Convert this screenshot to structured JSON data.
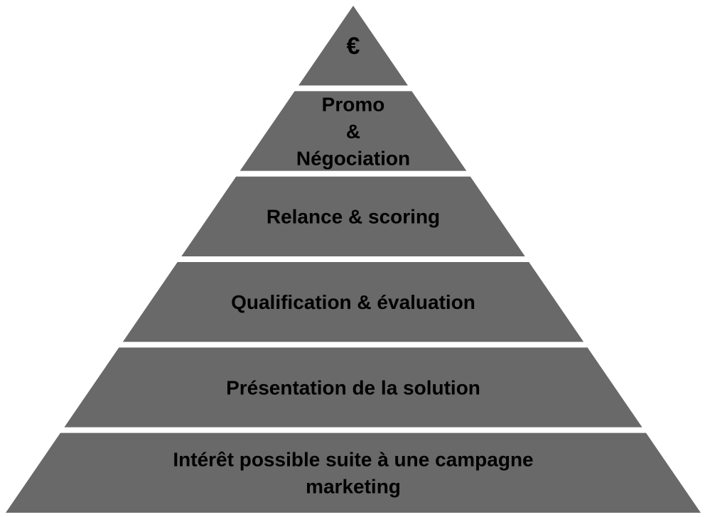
{
  "diagram": {
    "type": "pyramid",
    "fill_color": "#696969",
    "text_color": "#000000",
    "separator_color": "#ffffff",
    "background_color": "#ffffff",
    "levels": [
      {
        "id": "euro",
        "lines": [
          "€"
        ]
      },
      {
        "id": "promo-negociation",
        "lines": [
          "Promo",
          "&",
          "Négociation"
        ]
      },
      {
        "id": "relance-scoring",
        "lines": [
          "Relance & scoring"
        ]
      },
      {
        "id": "qualification-evaluation",
        "lines": [
          "Qualification & évaluation"
        ]
      },
      {
        "id": "presentation-solution",
        "lines": [
          "Présentation de la solution"
        ]
      },
      {
        "id": "interet-campagne",
        "lines": [
          "Intérêt possible suite à une campagne",
          "marketing"
        ]
      }
    ]
  }
}
